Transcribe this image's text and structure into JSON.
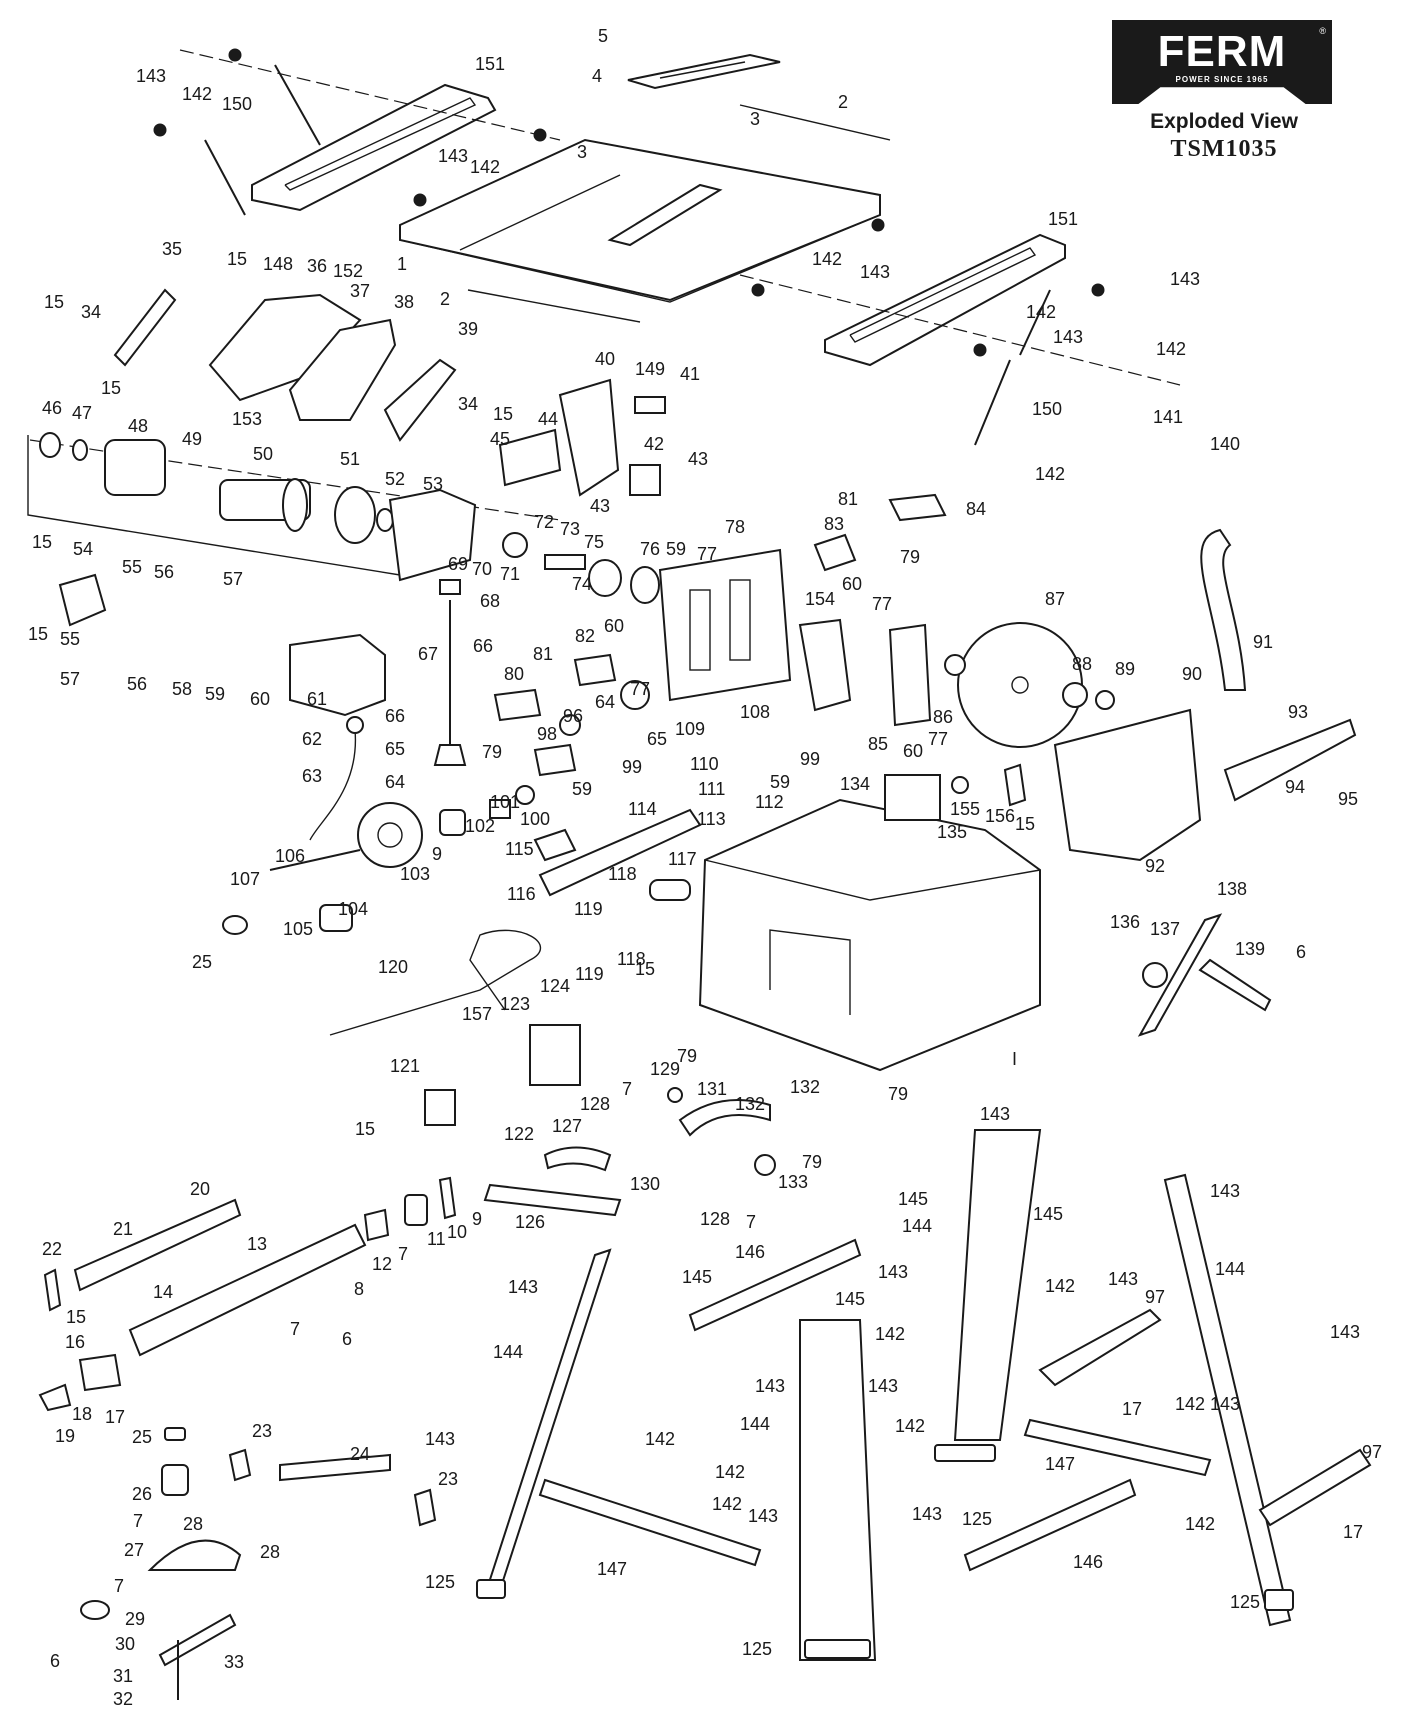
{
  "header": {
    "brand": "FERM",
    "brand_tagline": "POWER SINCE 1965",
    "trademark": "®",
    "subtitle": "Exploded View",
    "model": "TSM1035"
  },
  "callouts": [
    {
      "id": "c5",
      "text": "5"
    },
    {
      "id": "c4",
      "text": "4"
    },
    {
      "id": "c2a",
      "text": "2"
    },
    {
      "id": "c2b",
      "text": "2"
    },
    {
      "id": "c3a",
      "text": "3"
    },
    {
      "id": "c3b",
      "text": "3"
    },
    {
      "id": "c1",
      "text": "1"
    },
    {
      "id": "c143a",
      "text": "143"
    },
    {
      "id": "c142a",
      "text": "142"
    },
    {
      "id": "c151a",
      "text": "151"
    },
    {
      "id": "c150a",
      "text": "150"
    },
    {
      "id": "c143b",
      "text": "143"
    },
    {
      "id": "c142b",
      "text": "142"
    },
    {
      "id": "c151b",
      "text": "151"
    },
    {
      "id": "c142c",
      "text": "142"
    },
    {
      "id": "c143c",
      "text": "143"
    },
    {
      "id": "c143d",
      "text": "143"
    },
    {
      "id": "c142d",
      "text": "142"
    },
    {
      "id": "c143e",
      "text": "143"
    },
    {
      "id": "c142e",
      "text": "142"
    },
    {
      "id": "c150b",
      "text": "150"
    },
    {
      "id": "c141",
      "text": "141"
    },
    {
      "id": "c140",
      "text": "140"
    },
    {
      "id": "c142f",
      "text": "142"
    },
    {
      "id": "c35",
      "text": "35"
    },
    {
      "id": "c15a",
      "text": "15"
    },
    {
      "id": "c148",
      "text": "148"
    },
    {
      "id": "c36",
      "text": "36"
    },
    {
      "id": "c152",
      "text": "152"
    },
    {
      "id": "c37",
      "text": "37"
    },
    {
      "id": "c38",
      "text": "38"
    },
    {
      "id": "c15b",
      "text": "15"
    },
    {
      "id": "c34a",
      "text": "34"
    },
    {
      "id": "c15c",
      "text": "15"
    },
    {
      "id": "c153",
      "text": "153"
    },
    {
      "id": "c39",
      "text": "39"
    },
    {
      "id": "c34b",
      "text": "34"
    },
    {
      "id": "c15d",
      "text": "15"
    },
    {
      "id": "c40",
      "text": "40"
    },
    {
      "id": "c149",
      "text": "149"
    },
    {
      "id": "c41",
      "text": "41"
    },
    {
      "id": "c45",
      "text": "45"
    },
    {
      "id": "c44",
      "text": "44"
    },
    {
      "id": "c42",
      "text": "42"
    },
    {
      "id": "c43a",
      "text": "43"
    },
    {
      "id": "c43b",
      "text": "43"
    },
    {
      "id": "c46",
      "text": "46"
    },
    {
      "id": "c47",
      "text": "47"
    },
    {
      "id": "c48",
      "text": "48"
    },
    {
      "id": "c49",
      "text": "49"
    },
    {
      "id": "c50",
      "text": "50"
    },
    {
      "id": "c51",
      "text": "51"
    },
    {
      "id": "c52",
      "text": "52"
    },
    {
      "id": "c53",
      "text": "53"
    },
    {
      "id": "c69",
      "text": "69"
    },
    {
      "id": "c70",
      "text": "70"
    },
    {
      "id": "c71",
      "text": "71"
    },
    {
      "id": "c72",
      "text": "72"
    },
    {
      "id": "c73",
      "text": "73"
    },
    {
      "id": "c74",
      "text": "74"
    },
    {
      "id": "c75",
      "text": "75"
    },
    {
      "id": "c76",
      "text": "76"
    },
    {
      "id": "c59a",
      "text": "59"
    },
    {
      "id": "c77a",
      "text": "77"
    },
    {
      "id": "c78",
      "text": "78"
    },
    {
      "id": "c83",
      "text": "83"
    },
    {
      "id": "c81a",
      "text": "81"
    },
    {
      "id": "c84",
      "text": "84"
    },
    {
      "id": "c79a",
      "text": "79"
    },
    {
      "id": "c60a",
      "text": "60"
    },
    {
      "id": "c77b",
      "text": "77"
    },
    {
      "id": "c15e",
      "text": "15"
    },
    {
      "id": "c54",
      "text": "54"
    },
    {
      "id": "c55a",
      "text": "55"
    },
    {
      "id": "c56a",
      "text": "56"
    },
    {
      "id": "c57a",
      "text": "57"
    },
    {
      "id": "c68",
      "text": "68"
    },
    {
      "id": "c15f",
      "text": "15"
    },
    {
      "id": "c55b",
      "text": "55"
    },
    {
      "id": "c57b",
      "text": "57"
    },
    {
      "id": "c56b",
      "text": "56"
    },
    {
      "id": "c58",
      "text": "58"
    },
    {
      "id": "c59b",
      "text": "59"
    },
    {
      "id": "c60b",
      "text": "60"
    },
    {
      "id": "c61",
      "text": "61"
    },
    {
      "id": "c67",
      "text": "67"
    },
    {
      "id": "c66a",
      "text": "66"
    },
    {
      "id": "c66b",
      "text": "66"
    },
    {
      "id": "c62",
      "text": "62"
    },
    {
      "id": "c63",
      "text": "63"
    },
    {
      "id": "c65a",
      "text": "65"
    },
    {
      "id": "c64a",
      "text": "64"
    },
    {
      "id": "c81b",
      "text": "81"
    },
    {
      "id": "c82",
      "text": "82"
    },
    {
      "id": "c60c",
      "text": "60"
    },
    {
      "id": "c77c",
      "text": "77"
    },
    {
      "id": "c80",
      "text": "80"
    },
    {
      "id": "c79b",
      "text": "79"
    },
    {
      "id": "c96",
      "text": "96"
    },
    {
      "id": "c64b",
      "text": "64"
    },
    {
      "id": "c65b",
      "text": "65"
    },
    {
      "id": "c98",
      "text": "98"
    },
    {
      "id": "c99a",
      "text": "99"
    },
    {
      "id": "c59c",
      "text": "59"
    },
    {
      "id": "c100",
      "text": "100"
    },
    {
      "id": "c101",
      "text": "101"
    },
    {
      "id": "c102",
      "text": "102"
    },
    {
      "id": "c9a",
      "text": "9"
    },
    {
      "id": "c103",
      "text": "103"
    },
    {
      "id": "c106",
      "text": "106"
    },
    {
      "id": "c107",
      "text": "107"
    },
    {
      "id": "c104",
      "text": "104"
    },
    {
      "id": "c105",
      "text": "105"
    },
    {
      "id": "c25a",
      "text": "25"
    },
    {
      "id": "c154",
      "text": "154"
    },
    {
      "id": "c87",
      "text": "87"
    },
    {
      "id": "c88",
      "text": "88"
    },
    {
      "id": "c89",
      "text": "89"
    },
    {
      "id": "c86",
      "text": "86"
    },
    {
      "id": "c85",
      "text": "85"
    },
    {
      "id": "c60d",
      "text": "60"
    },
    {
      "id": "c77d",
      "text": "77"
    },
    {
      "id": "c91",
      "text": "91"
    },
    {
      "id": "c90",
      "text": "90"
    },
    {
      "id": "c93",
      "text": "93"
    },
    {
      "id": "c94",
      "text": "94"
    },
    {
      "id": "c95",
      "text": "95"
    },
    {
      "id": "c92",
      "text": "92"
    },
    {
      "id": "c155",
      "text": "155"
    },
    {
      "id": "c156",
      "text": "156"
    },
    {
      "id": "c15g",
      "text": "15"
    },
    {
      "id": "c109",
      "text": "109"
    },
    {
      "id": "c108",
      "text": "108"
    },
    {
      "id": "c110",
      "text": "110"
    },
    {
      "id": "c99b",
      "text": "99"
    },
    {
      "id": "c59d",
      "text": "59"
    },
    {
      "id": "c111",
      "text": "111"
    },
    {
      "id": "c112",
      "text": "112"
    },
    {
      "id": "c113",
      "text": "113"
    },
    {
      "id": "c134",
      "text": "134"
    },
    {
      "id": "c114",
      "text": "114"
    },
    {
      "id": "c115",
      "text": "115"
    },
    {
      "id": "c117",
      "text": "117"
    },
    {
      "id": "c135",
      "text": "135"
    },
    {
      "id": "c116",
      "text": "116"
    },
    {
      "id": "c118a",
      "text": "118"
    },
    {
      "id": "c119a",
      "text": "119"
    },
    {
      "id": "c136",
      "text": "136"
    },
    {
      "id": "c137",
      "text": "137"
    },
    {
      "id": "c138",
      "text": "138"
    },
    {
      "id": "c139",
      "text": "139"
    },
    {
      "id": "c6a",
      "text": "6"
    },
    {
      "id": "c120",
      "text": "120"
    },
    {
      "id": "c157",
      "text": "157"
    },
    {
      "id": "c123",
      "text": "123"
    },
    {
      "id": "c124",
      "text": "124"
    },
    {
      "id": "c119b",
      "text": "119"
    },
    {
      "id": "c118b",
      "text": "118"
    },
    {
      "id": "c15h",
      "text": "15"
    },
    {
      "id": "c79c",
      "text": "79"
    },
    {
      "id": "c121",
      "text": "121"
    },
    {
      "id": "c122",
      "text": "122"
    },
    {
      "id": "c15i",
      "text": "15"
    },
    {
      "id": "c128a",
      "text": "128"
    },
    {
      "id": "c7a",
      "text": "7"
    },
    {
      "id": "c129",
      "text": "129"
    },
    {
      "id": "c131",
      "text": "131"
    },
    {
      "id": "c132a",
      "text": "132"
    },
    {
      "id": "c132b",
      "text": "132"
    },
    {
      "id": "c127",
      "text": "127"
    },
    {
      "id": "c79d",
      "text": "79"
    },
    {
      "id": "c79e",
      "text": "79"
    },
    {
      "id": "c130",
      "text": "130"
    },
    {
      "id": "c133",
      "text": "133"
    },
    {
      "id": "c126",
      "text": "126"
    },
    {
      "id": "c128b",
      "text": "128"
    },
    {
      "id": "c7b",
      "text": "7"
    },
    {
      "id": "c1b",
      "text": "I"
    },
    {
      "id": "c20",
      "text": "20"
    },
    {
      "id": "c21",
      "text": "21"
    },
    {
      "id": "c13",
      "text": "13"
    },
    {
      "id": "c12",
      "text": "12"
    },
    {
      "id": "c7c",
      "text": "7"
    },
    {
      "id": "c11",
      "text": "11"
    },
    {
      "id": "c10",
      "text": "10"
    },
    {
      "id": "c9b",
      "text": "9"
    },
    {
      "id": "c22",
      "text": "22"
    },
    {
      "id": "c14",
      "text": "14"
    },
    {
      "id": "c8",
      "text": "8"
    },
    {
      "id": "c15j",
      "text": "15"
    },
    {
      "id": "c7d",
      "text": "7"
    },
    {
      "id": "c6b",
      "text": "6"
    },
    {
      "id": "c16",
      "text": "16"
    },
    {
      "id": "c18",
      "text": "18"
    },
    {
      "id": "c17a",
      "text": "17"
    },
    {
      "id": "c19",
      "text": "19"
    },
    {
      "id": "c25b",
      "text": "25"
    },
    {
      "id": "c23a",
      "text": "23"
    },
    {
      "id": "c24",
      "text": "24"
    },
    {
      "id": "c26",
      "text": "26"
    },
    {
      "id": "c23b",
      "text": "23"
    },
    {
      "id": "c7e",
      "text": "7"
    },
    {
      "id": "c28a",
      "text": "28"
    },
    {
      "id": "c27",
      "text": "27"
    },
    {
      "id": "c28b",
      "text": "28"
    },
    {
      "id": "c7f",
      "text": "7"
    },
    {
      "id": "c29",
      "text": "29"
    },
    {
      "id": "c30",
      "text": "30"
    },
    {
      "id": "c6c",
      "text": "6"
    },
    {
      "id": "c31",
      "text": "31"
    },
    {
      "id": "c33",
      "text": "33"
    },
    {
      "id": "c32",
      "text": "32"
    },
    {
      "id": "c143f",
      "text": "143"
    },
    {
      "id": "c145a",
      "text": "145"
    },
    {
      "id": "c143g",
      "text": "143"
    },
    {
      "id": "c145b",
      "text": "145"
    },
    {
      "id": "c144a",
      "text": "144"
    },
    {
      "id": "c145c",
      "text": "145"
    },
    {
      "id": "c143h",
      "text": "143"
    },
    {
      "id": "c146a",
      "text": "146"
    },
    {
      "id": "c145d",
      "text": "145"
    },
    {
      "id": "c143i",
      "text": "143"
    },
    {
      "id": "c142g",
      "text": "142"
    },
    {
      "id": "c143j",
      "text": "143"
    },
    {
      "id": "c144b",
      "text": "144"
    },
    {
      "id": "c142h",
      "text": "142"
    },
    {
      "id": "c97a",
      "text": "97"
    },
    {
      "id": "c143k",
      "text": "143"
    },
    {
      "id": "c144c",
      "text": "144"
    },
    {
      "id": "c143l",
      "text": "143"
    },
    {
      "id": "c143m",
      "text": "143"
    },
    {
      "id": "c143n",
      "text": "143"
    },
    {
      "id": "c17b",
      "text": "17"
    },
    {
      "id": "c142i",
      "text": "142"
    },
    {
      "id": "c143o",
      "text": "143"
    },
    {
      "id": "c142j",
      "text": "142"
    },
    {
      "id": "c144d",
      "text": "144"
    },
    {
      "id": "c143p",
      "text": "143"
    },
    {
      "id": "c142k",
      "text": "142"
    },
    {
      "id": "c147a",
      "text": "147"
    },
    {
      "id": "c97b",
      "text": "97"
    },
    {
      "id": "c142l",
      "text": "142"
    },
    {
      "id": "c142m",
      "text": "142"
    },
    {
      "id": "c143q",
      "text": "143"
    },
    {
      "id": "c125a",
      "text": "125"
    },
    {
      "id": "c142n",
      "text": "142"
    },
    {
      "id": "c17c",
      "text": "17"
    },
    {
      "id": "c146b",
      "text": "146"
    },
    {
      "id": "c125b",
      "text": "125"
    },
    {
      "id": "c147b",
      "text": "147"
    },
    {
      "id": "c125c",
      "text": "125"
    },
    {
      "id": "c125d",
      "text": "125"
    }
  ]
}
